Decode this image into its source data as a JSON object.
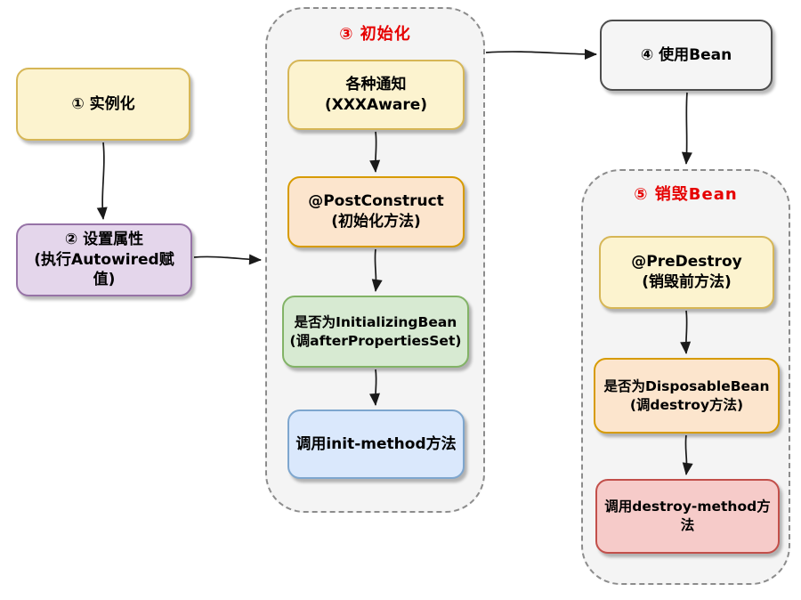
{
  "colors": {
    "yellow_fill": "#FCF3CF",
    "yellow_border": "#D6B656",
    "purple_fill": "#E4D6EB",
    "purple_border": "#9673A6",
    "orange_fill": "#FCE5CD",
    "orange_border": "#D79B00",
    "green_fill": "#D7EAD2",
    "green_border": "#82B366",
    "blue_fill": "#DAE8FC",
    "blue_border": "#7EA6CE",
    "red_fill": "#F6CBC9",
    "red_border": "#C24F4A",
    "gray_fill": "#F5F5F5",
    "gray_border": "#4D4D4D",
    "container_fill": "#F4F4F4",
    "container_border": "#8C8C8C",
    "title_red": "#E60000",
    "arrow_color": "#1A1A1A"
  },
  "groups": {
    "init": {
      "title": "③ 初始化"
    },
    "destroy": {
      "title": "⑤ 销毁Bean"
    }
  },
  "nodes": {
    "instantiate": {
      "label": "① 实例化"
    },
    "set_properties": {
      "label": "② 设置属性\n(执行Autowired赋\n值)"
    },
    "aware": {
      "label": "各种通知\n(XXXAware)"
    },
    "post_construct": {
      "label": "@PostConstruct\n(初始化方法)"
    },
    "initializing_bean": {
      "label": "是否为InitializingBean\n(调afterPropertiesSet)"
    },
    "init_method": {
      "label": "调用init-method方法"
    },
    "use_bean": {
      "label": "④ 使用Bean"
    },
    "pre_destroy": {
      "label": "@PreDestroy\n(销毁前方法)"
    },
    "disposable_bean": {
      "label": "是否为DisposableBean\n(调destroy方法)"
    },
    "destroy_method": {
      "label": "调用destroy-method方法"
    }
  }
}
